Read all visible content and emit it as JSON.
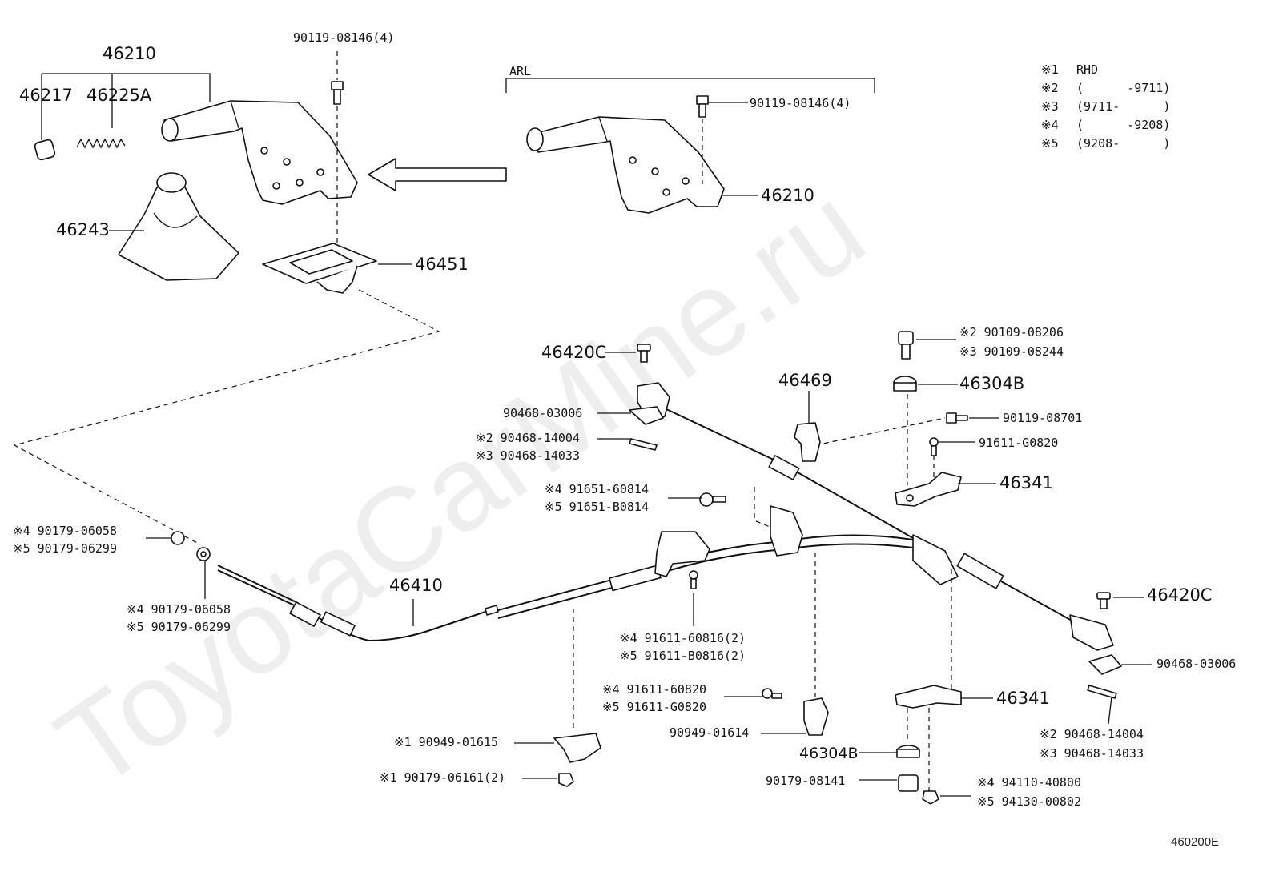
{
  "watermark": "ToyotaCarMine.ru",
  "diagram_ref": "460200E",
  "arl_label": "ARL",
  "legend": [
    {
      "mark": "※1",
      "text": "RHD"
    },
    {
      "mark": "※2",
      "text": "(      -9711)"
    },
    {
      "mark": "※3",
      "text": "(9711-      )"
    },
    {
      "mark": "※4",
      "text": "(      -9208)"
    },
    {
      "mark": "※5",
      "text": "(9208-      )"
    }
  ],
  "labels": {
    "p46210_top": "46210",
    "p46217": "46217",
    "p46225a": "46225A",
    "p90119_08146_a": "90119-08146(4)",
    "p90119_08146_b": "90119-08146(4)",
    "p46210_arl": "46210",
    "p46243": "46243",
    "p46451": "46451",
    "p46420c_a": "46420C",
    "p90468_03006_a": "90468-03006",
    "p90468_14004_a": "※2  90468-14004",
    "p90468_14033_a": "※3  90468-14033",
    "p46469": "46469",
    "p90109_08206": "※2  90109-08206",
    "p90109_08244": "※3  90109-08244",
    "p46304b_a": "46304B",
    "p90119_08701": "90119-08701",
    "p91611_g0820_a": "91611-G0820",
    "p46341_a": "46341",
    "p91651_60814": "※4  91651-60814",
    "p91651_b0814": "※5  91651-B0814",
    "p90179_06058_a": "※4  90179-06058",
    "p90179_06299_a": "※5  90179-06299",
    "p46410": "46410",
    "p90179_06058_b": "※4  90179-06058",
    "p90179_06299_b": "※5  90179-06299",
    "p91611_60816": "※4  91611-60816(2)",
    "p91611_b0816": "※5  91611-B0816(2)",
    "p46420c_b": "46420C",
    "p90468_03006_b": "90468-03006",
    "p46341_b": "46341",
    "p91611_60820": "※4  91611-60820",
    "p91611_g0820_b": "※5  91611-G0820",
    "p90949_01614": "90949-01614",
    "p90949_01615": "※1  90949-01615",
    "p90179_06161": "※1  90179-06161(2)",
    "p46304b_b": "46304B",
    "p90179_08141": "90179-08141",
    "p90468_14004_b": "※2  90468-14004",
    "p90468_14033_b": "※3  90468-14033",
    "p94110_40800": "※4  94110-40800",
    "p94130_00802": "※5  94130-00802"
  }
}
